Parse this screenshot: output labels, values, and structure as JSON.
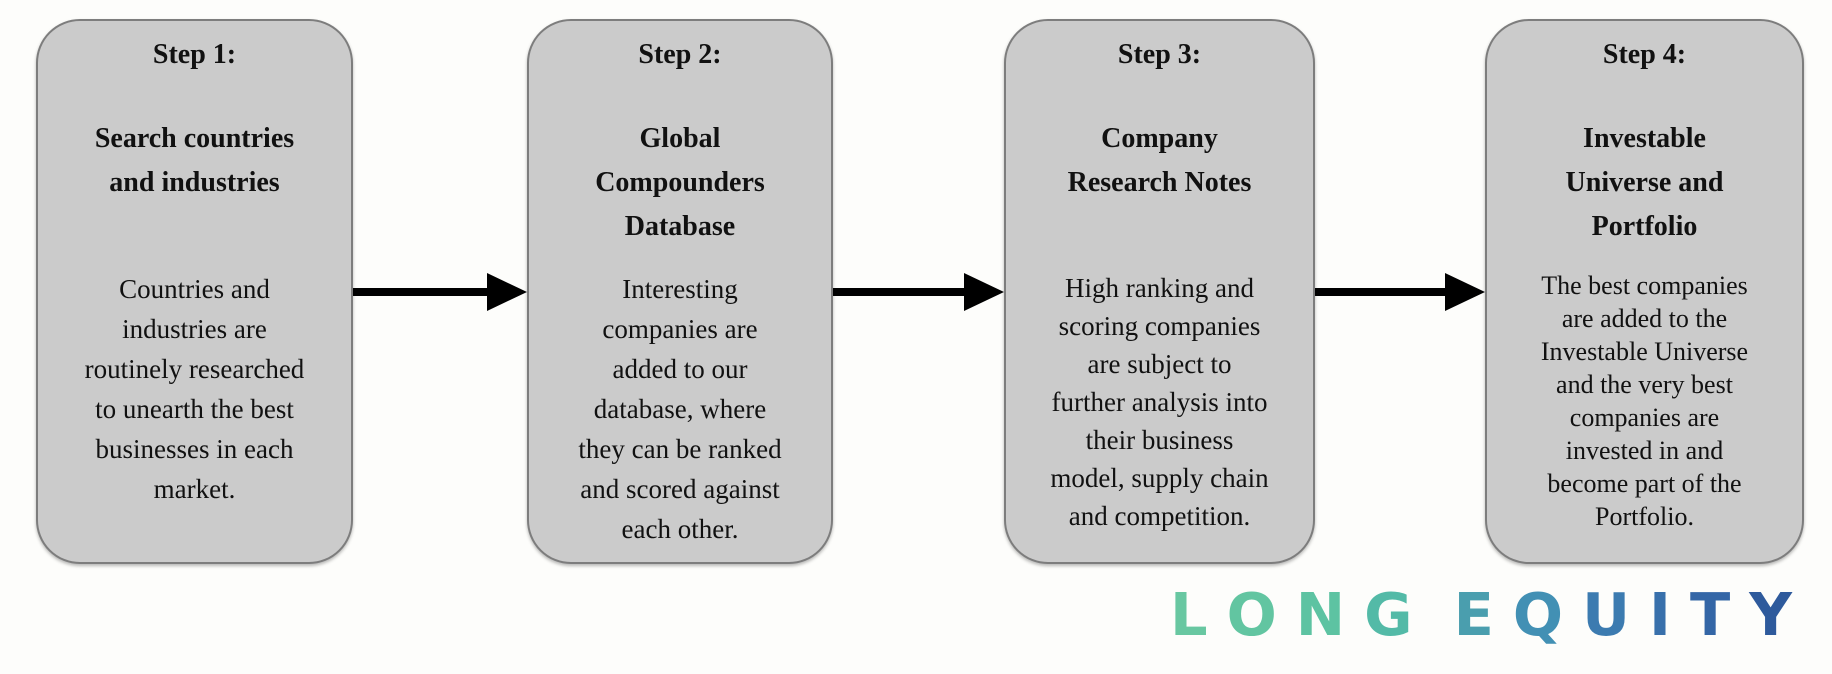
{
  "diagram": {
    "steps": [
      {
        "label": "Step 1:",
        "title": "Search countries\nand industries",
        "body": "Countries and\nindustries are\nroutinely researched\nto unearth the best\nbusinesses in each\nmarket."
      },
      {
        "label": "Step 2:",
        "title": "Global\nCompounders\nDatabase",
        "body": "Interesting\ncompanies are\nadded to our\ndatabase, where\nthey can be ranked\nand scored against\neach other."
      },
      {
        "label": "Step 3:",
        "title": "Company\nResearch Notes",
        "body": "High ranking and\nscoring companies\nare subject to\nfurther analysis into\ntheir business\nmodel, supply chain\nand competition."
      },
      {
        "label": "Step 4:",
        "title": "Investable\nUniverse and\nPortfolio",
        "body": "The best companies\nare added to the\nInvestable Universe\nand the very best\ncompanies are\ninvested in and\nbecome part of the\nPortfolio."
      }
    ],
    "box_fill_color": "#cbcbcb",
    "box_border_color": "#7d7d7d",
    "arrow_color": "#000000"
  },
  "logo": {
    "text": "LONG EQUITY",
    "letters": [
      {
        "ch": "L",
        "color": "#68C7A1"
      },
      {
        "ch": "O",
        "color": "#62C5A1"
      },
      {
        "ch": "N",
        "color": "#5DC3A2"
      },
      {
        "ch": "G",
        "color": "#53BAA7"
      },
      {
        "ch": " "
      },
      {
        "ch": "E",
        "color": "#4A9EAE"
      },
      {
        "ch": "Q",
        "color": "#4290B4"
      },
      {
        "ch": "U",
        "color": "#3C7BB0"
      },
      {
        "ch": "I",
        "color": "#3870AB"
      },
      {
        "ch": "T",
        "color": "#3466A6"
      },
      {
        "ch": "Y",
        "color": "#2E5A9C"
      }
    ]
  }
}
